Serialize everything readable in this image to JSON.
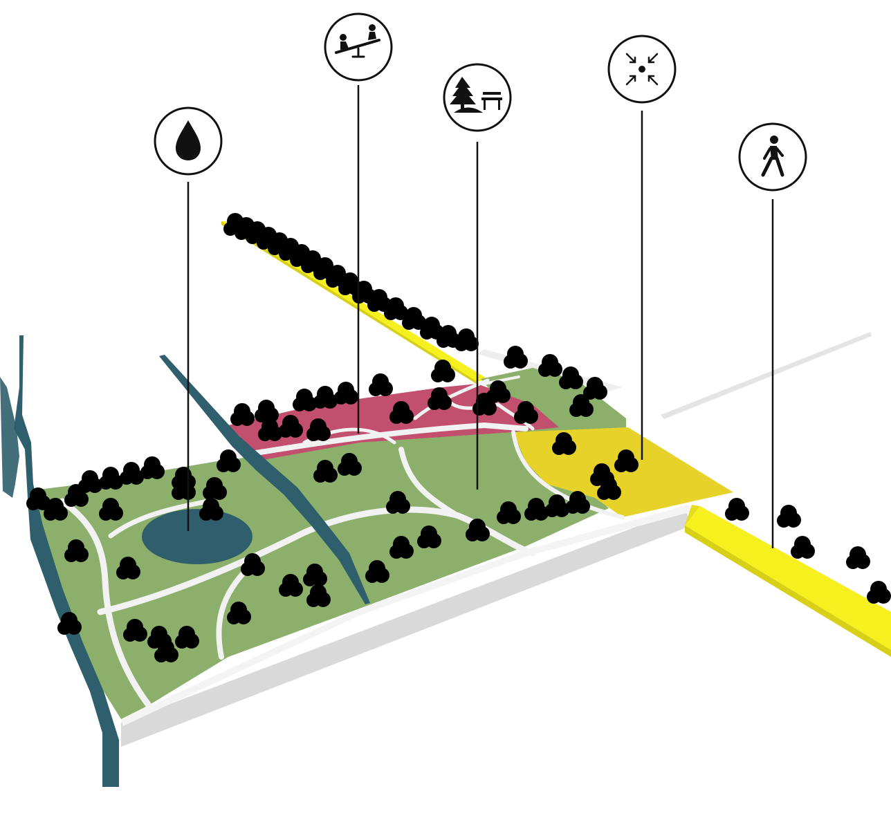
{
  "colors": {
    "background": "#ffffff",
    "park_green": "#8cb06c",
    "play_zone": "#c24f6d",
    "meeting_zone": "#e6d228",
    "walkway": "#f5f01e",
    "water": "#2f5f6d",
    "path": "#f2f2f2",
    "edge": "#d9d9d9"
  },
  "legend_icons": [
    {
      "id": "water",
      "icon": "water-drop-icon"
    },
    {
      "id": "play",
      "icon": "seesaw-playground-icon"
    },
    {
      "id": "park",
      "icon": "tree-and-bench-icon"
    },
    {
      "id": "meeting",
      "icon": "gathering-point-icon"
    },
    {
      "id": "walking",
      "icon": "pedestrian-icon"
    }
  ]
}
